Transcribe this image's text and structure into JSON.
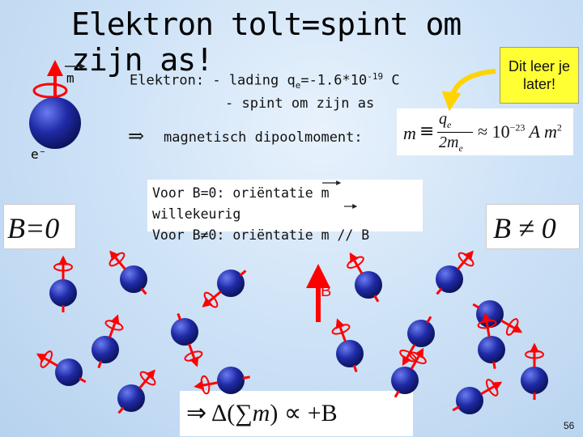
{
  "slide": {
    "title": "Elektron tolt=spint om zijn as!",
    "callout": "Dit leer je later!",
    "moment_symbol": "m",
    "electron_symbol": "e⁻",
    "line1_prefix": "Elektron:  - lading q",
    "line1_sub": "e",
    "line1_mid": "=-1.6*10",
    "line1_sup": "-19",
    "line1_suffix": " C",
    "line2": "- spint om zijn as",
    "line3": "magnetisch dipoolmoment:",
    "formula_m": "m",
    "formula_eq": "≡",
    "formula_q": "q",
    "formula_qsub": "e",
    "formula_den": "2m",
    "formula_densub": "e",
    "formula_approx": "≈ 10",
    "formula_exp": "−23",
    "formula_unit": " A m",
    "formula_unit_exp": "2",
    "box_line1": "Voor B=0: oriëntatie m willekeurig",
    "box_line2": "Voor B≠0: oriëntatie m // B",
    "b_zero": "B=0",
    "b_nonzero": "B ≠ 0",
    "field_label": "B",
    "result_delta": "⇒ Δ(∑",
    "result_m": "m",
    "result_prop": ") ∝ +B",
    "page_number": "56"
  },
  "colors": {
    "ball": "#1f2aa6",
    "arrow": "#ff0000",
    "callout_bg": "#ffff33",
    "callout_arrow": "#ffd400"
  }
}
